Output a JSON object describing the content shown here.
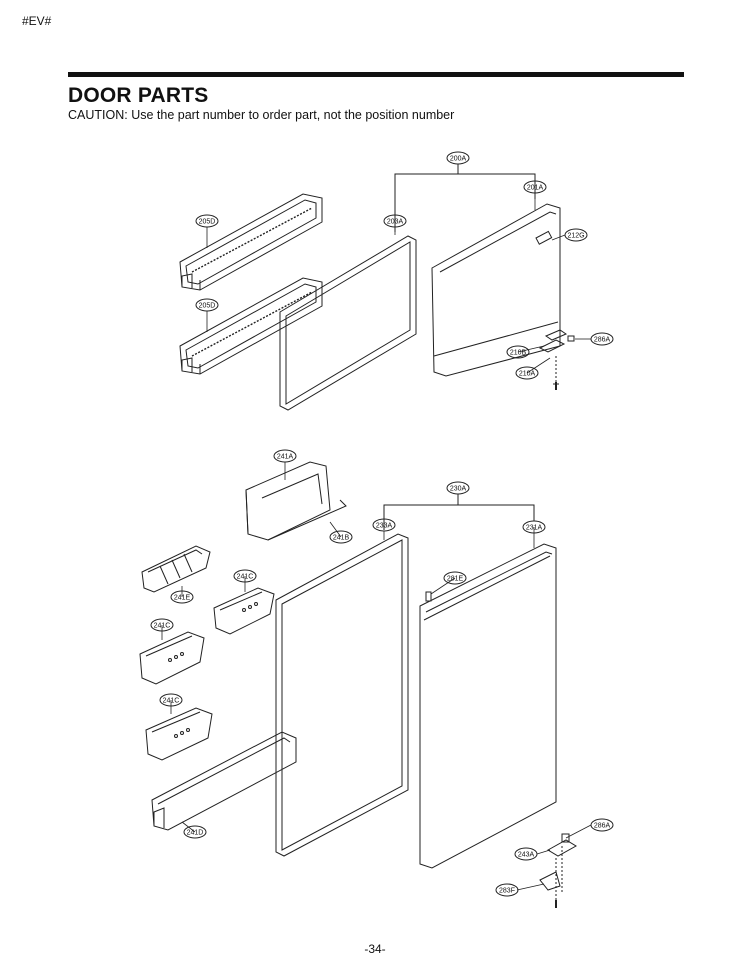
{
  "header": {
    "code": "#EV#"
  },
  "section": {
    "title": "DOOR PARTS",
    "caution": "CAUTION: Use the part number to order part, not the position number"
  },
  "callouts": {
    "c200A": "200A",
    "c201A": "201A",
    "c203A": "203A",
    "c205D_top": "205D",
    "c205D_bot": "205D",
    "c212G": "212G",
    "c286A_top": "286A",
    "c210B": "210B",
    "c210A": "210A",
    "c241A": "241A",
    "c241B": "241B",
    "c230A": "230A",
    "c233A": "233A",
    "c231A": "231A",
    "c241E": "241E",
    "c241C_1": "241C",
    "c241C_2": "241C",
    "c241C_3": "241C",
    "c281E": "281E",
    "c241D": "241D",
    "c286A_bot": "286A",
    "c243A": "243A",
    "c283F": "283F"
  },
  "footer": {
    "page": "-34-"
  }
}
